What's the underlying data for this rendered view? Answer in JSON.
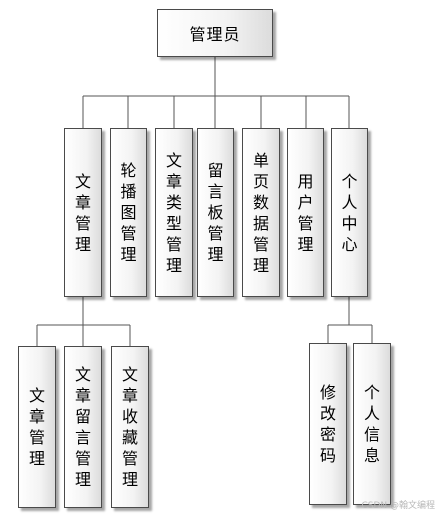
{
  "root": {
    "label": "管理员"
  },
  "modules": [
    {
      "label": "文章管理",
      "children": [
        {
          "label": "文章管理"
        },
        {
          "label": "文章留言管理"
        },
        {
          "label": "文章收藏管理"
        }
      ]
    },
    {
      "label": "轮播图管理"
    },
    {
      "label": "文章类型管理"
    },
    {
      "label": "留言板管理"
    },
    {
      "label": "单页数据管理"
    },
    {
      "label": "用户管理"
    },
    {
      "label": "个人中心",
      "children": [
        {
          "label": "修改密码"
        },
        {
          "label": "个人信息"
        }
      ]
    }
  ],
  "watermark": "CSDN @翰文编程",
  "colors": {
    "line": "#555555",
    "border": "#4a4a4a"
  }
}
